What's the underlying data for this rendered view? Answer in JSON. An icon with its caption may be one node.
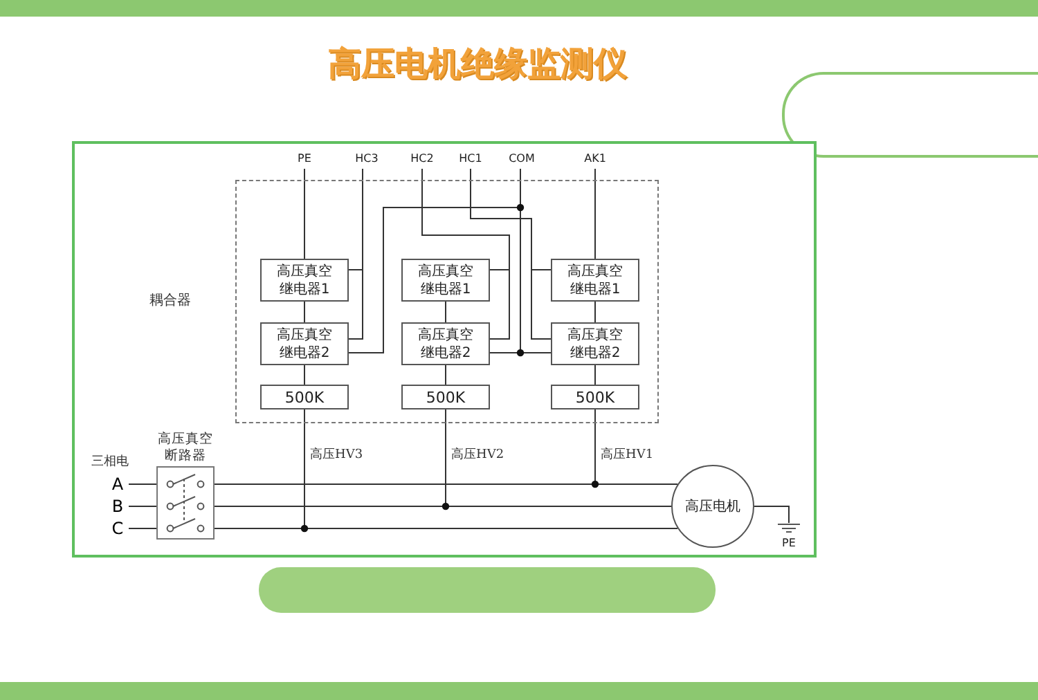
{
  "diagram": {
    "title": "高压电机绝缘监测仪",
    "nodes": [
      {
        "text": [
          "PE"
        ]
      },
      {
        "text": [
          "HC3"
        ]
      },
      {
        "text": [
          "HC2"
        ]
      },
      {
        "text": [
          "HC1"
        ]
      },
      {
        "text": [
          "COM"
        ]
      },
      {
        "text": [
          "AK1"
        ]
      },
      {
        "text": [
          "耦合器"
        ]
      },
      {
        "text": [
          "高压真空继电器1"
        ],
        "in": 6
      },
      {
        "text": [
          "高压真空继电器1"
        ],
        "in": 6
      },
      {
        "text": [
          "高压真空继电器1"
        ],
        "in": 6
      },
      {
        "text": [
          "高压真空继电器2"
        ],
        "in": 6
      },
      {
        "text": [
          "高压真空继电器2"
        ],
        "in": 6
      },
      {
        "text": [
          "高压真空继电器2"
        ],
        "in": 6
      },
      {
        "text": [
          "500K"
        ],
        "in": 6
      },
      {
        "text": [
          "500K"
        ],
        "in": 6
      },
      {
        "text": [
          "500K"
        ],
        "in": 6
      },
      {
        "text": [
          "A"
        ]
      },
      {
        "text": [
          "B"
        ]
      },
      {
        "text": [
          "C"
        ]
      },
      {
        "text": [
          "高压真空断路器"
        ]
      },
      {
        "text": [
          "高压电机"
        ]
      },
      {
        "text": [
          "PE"
        ]
      }
    ],
    "edges": [
      {
        "from": 0,
        "to": 7,
        "arrow": "none"
      },
      {
        "from": 1,
        "to": 7,
        "arrow": "none"
      },
      {
        "from": 1,
        "to": 10,
        "arrow": "none"
      },
      {
        "from": 2,
        "to": 8,
        "arrow": "none"
      },
      {
        "from": 2,
        "to": 11,
        "arrow": "none"
      },
      {
        "from": 3,
        "to": 9,
        "arrow": "none"
      },
      {
        "from": 3,
        "to": 12,
        "arrow": "none"
      },
      {
        "from": 4,
        "to": 10,
        "arrow": "none"
      },
      {
        "from": 4,
        "to": 11,
        "arrow": "none"
      },
      {
        "from": 4,
        "to": 12,
        "arrow": "none"
      },
      {
        "from": 5,
        "to": 9,
        "arrow": "none"
      },
      {
        "from": 7,
        "to": 10,
        "arrow": "none"
      },
      {
        "from": 8,
        "to": 11,
        "arrow": "none"
      },
      {
        "from": 9,
        "to": 12,
        "arrow": "none"
      },
      {
        "from": 10,
        "to": 13,
        "arrow": "none"
      },
      {
        "from": 11,
        "to": 14,
        "arrow": "none"
      },
      {
        "from": 12,
        "to": 15,
        "arrow": "none"
      },
      {
        "from": 13,
        "to": null,
        "arrow": "none"
      },
      {
        "from": 14,
        "to": null,
        "arrow": "none"
      },
      {
        "from": 15,
        "to": null,
        "arrow": "none"
      },
      {
        "from": 16,
        "to": 19,
        "arrow": "none"
      },
      {
        "from": 17,
        "to": 19,
        "arrow": "none"
      },
      {
        "from": 18,
        "to": 19,
        "arrow": "none"
      },
      {
        "from": 19,
        "to": 20,
        "arrow": "none"
      },
      {
        "from": 19,
        "to": 20,
        "arrow": "none"
      },
      {
        "from": 19,
        "to": 20,
        "arrow": "none"
      },
      {
        "from": 20,
        "to": 21,
        "arrow": "none"
      }
    ],
    "labels": [
      "高压HV3",
      "高压HV2",
      "高压HV1",
      "三相电"
    ]
  }
}
